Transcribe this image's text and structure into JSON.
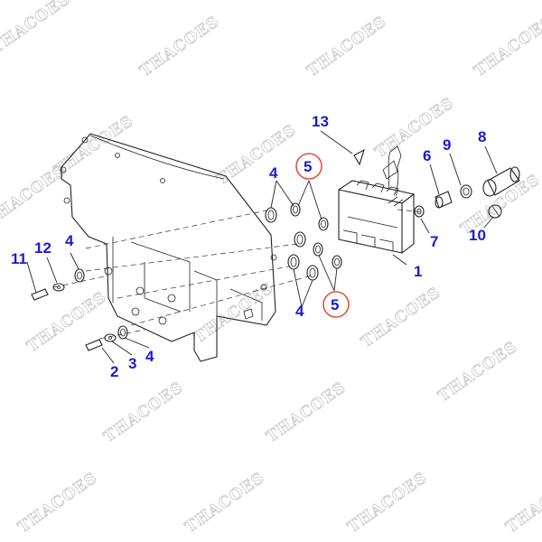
{
  "watermark": {
    "text": "THACOES"
  },
  "callouts": {
    "c1": "1",
    "c2": "2",
    "c3": "3",
    "c4a": "4",
    "c4b": "4",
    "c4c": "4",
    "c4d": "4",
    "c5a": "5",
    "c5b": "5",
    "c6": "6",
    "c7": "7",
    "c8": "8",
    "c9": "9",
    "c10": "10",
    "c11": "11",
    "c12": "12",
    "c13": "13"
  },
  "colors": {
    "callout": "#1a1ad6",
    "highlight_circle": "#e0533f",
    "watermark": "#c8c8c8",
    "line": "#222222"
  }
}
